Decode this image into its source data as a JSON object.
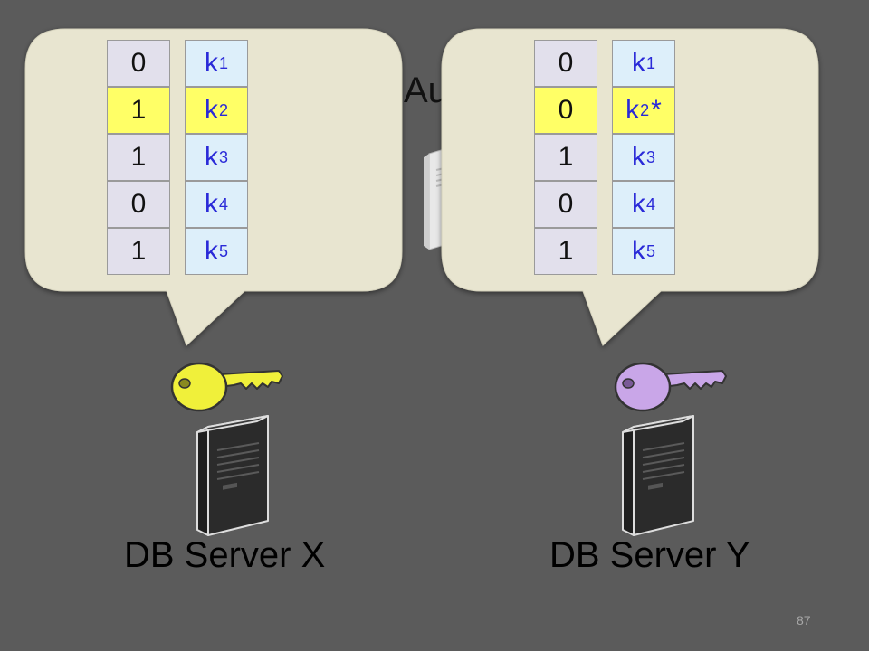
{
  "slide": {
    "partial_title": "Au",
    "page_number": "87"
  },
  "left_panel": {
    "server_label": "DB Server X",
    "key_color": "#f0f03a",
    "bits": [
      "0",
      "1",
      "1",
      "0",
      "1"
    ],
    "highlight_row": 1,
    "keys": [
      {
        "base": "k",
        "sub": "1",
        "star": ""
      },
      {
        "base": "k",
        "sub": "2",
        "star": ""
      },
      {
        "base": "k",
        "sub": "3",
        "star": ""
      },
      {
        "base": "k",
        "sub": "4",
        "star": ""
      },
      {
        "base": "k",
        "sub": "5",
        "star": ""
      }
    ]
  },
  "right_panel": {
    "server_label": "DB Server Y",
    "key_color": "#c9a6e8",
    "bits": [
      "0",
      "0",
      "1",
      "0",
      "1"
    ],
    "highlight_row": 1,
    "keys": [
      {
        "base": "k",
        "sub": "1",
        "star": ""
      },
      {
        "base": "k",
        "sub": "2",
        "star": "*"
      },
      {
        "base": "k",
        "sub": "3",
        "star": ""
      },
      {
        "base": "k",
        "sub": "4",
        "star": ""
      },
      {
        "base": "k",
        "sub": "5",
        "star": ""
      }
    ]
  },
  "colors": {
    "background": "#5b5b5b",
    "bubble_fill": "#e8e5d0",
    "bit_cell": "#e2e0ec",
    "key_cell": "#ddeffa",
    "highlight": "#ffff66",
    "key_text": "#2a2ad8"
  }
}
